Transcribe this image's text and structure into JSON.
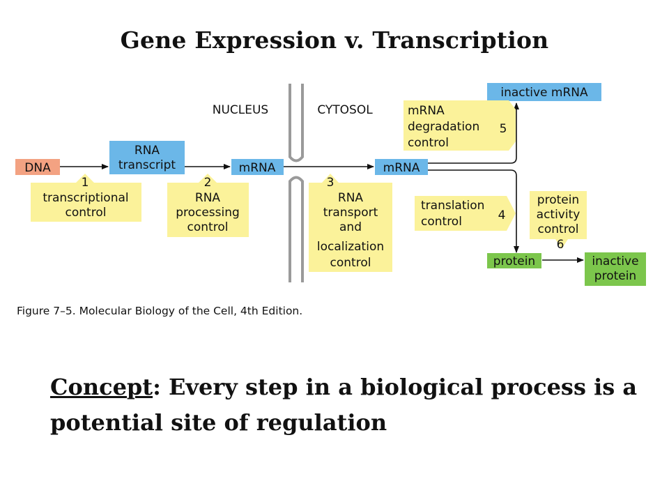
{
  "slide": {
    "title": "Gene Expression v. Transcription"
  },
  "figure": {
    "region_labels": {
      "nucleus": "NUCLEUS",
      "cytosol": "CYTOSOL"
    },
    "molecules": {
      "dna": "DNA",
      "rna_transcript": [
        "RNA",
        "transcript"
      ],
      "mrna_nuclear": "mRNA",
      "mrna_cytosol": "mRNA",
      "inactive_mrna": "inactive mRNA",
      "protein": "protein",
      "inactive_protein": [
        "inactive",
        "protein"
      ]
    },
    "controls": [
      {
        "number": "1",
        "lines": [
          "transcriptional",
          "control"
        ]
      },
      {
        "number": "2",
        "lines": [
          "RNA",
          "processing",
          "control"
        ]
      },
      {
        "number": "3",
        "lines": [
          "RNA",
          "transport",
          "and",
          "localization",
          "control"
        ]
      },
      {
        "number": "4",
        "lines": [
          "translation",
          "control"
        ]
      },
      {
        "number": "5",
        "lines": [
          "mRNA",
          "degradation",
          "control"
        ]
      },
      {
        "number": "6",
        "lines": [
          "protein",
          "activity",
          "control"
        ]
      }
    ],
    "caption": "Figure 7–5. Molecular Biology of the Cell, 4th Edition.",
    "colors": {
      "dna_box": "#f3a282",
      "rna_box": "#6bb7e8",
      "protein_box": "#7cc64c",
      "control_box": "#fbf29a",
      "membrane": "#9a9a9a",
      "arrow": "#111111"
    }
  },
  "concept": {
    "term": "Concept",
    "separator": ": ",
    "text": "Every step in a biological process is a potential site of regulation"
  }
}
